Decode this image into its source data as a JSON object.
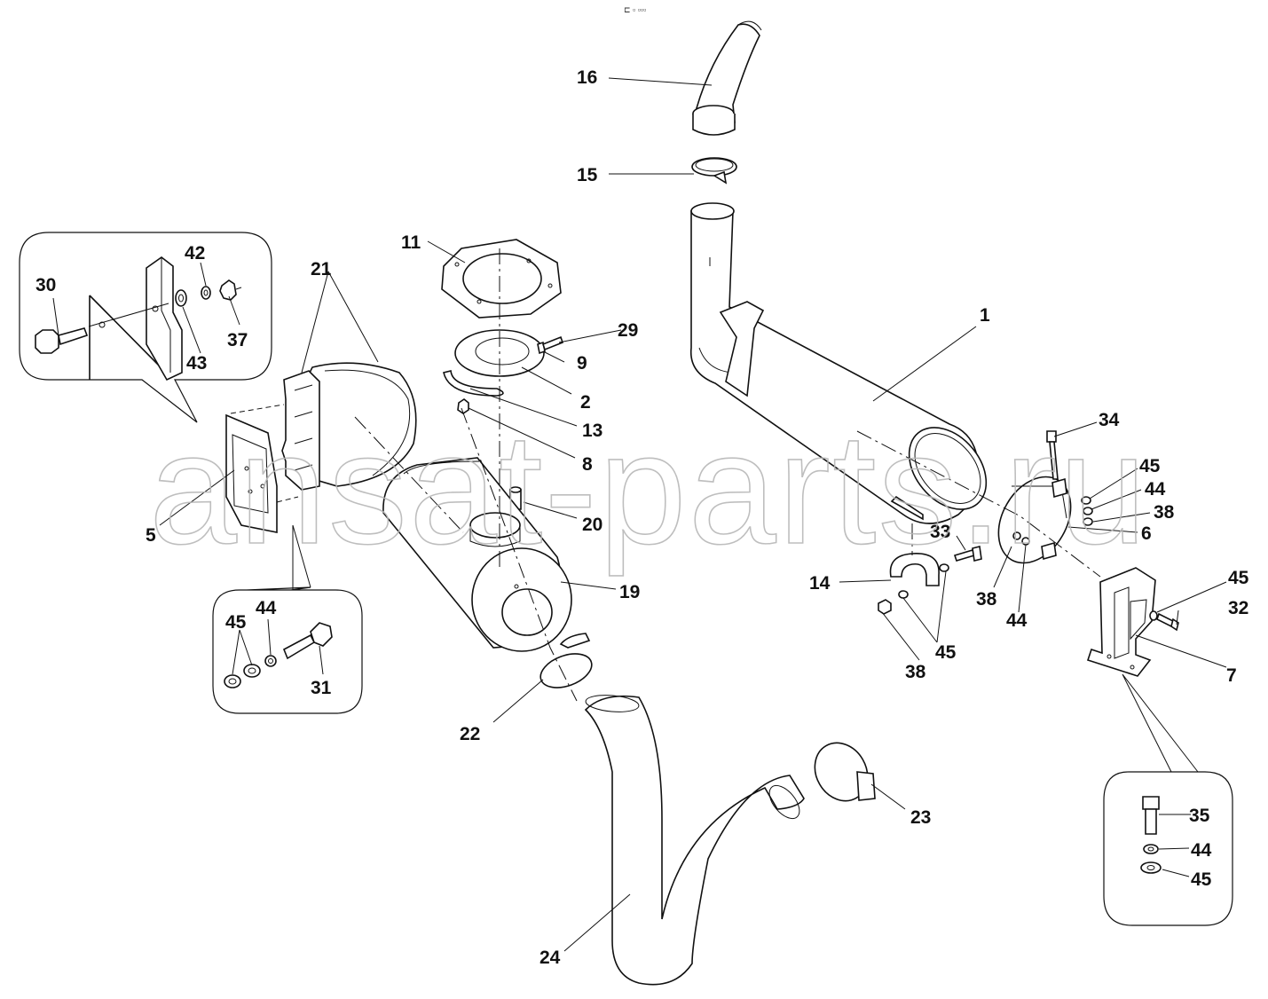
{
  "watermark": "ansat-parts.ru",
  "header_marker": "⊏ ▫ ▫▫▫",
  "labels": {
    "l1": "1",
    "l2": "2",
    "l5": "5",
    "l6": "6",
    "l7": "7",
    "l8": "8",
    "l9": "9",
    "l11": "11",
    "l13": "13",
    "l14": "14",
    "l15": "15",
    "l16": "16",
    "l19": "19",
    "l20": "20",
    "l21": "21",
    "l22": "22",
    "l23": "23",
    "l24": "24",
    "l29": "29",
    "l30": "30",
    "l31": "31",
    "l32": "32",
    "l33": "33",
    "l34": "34",
    "l35": "35",
    "l37": "37",
    "l42": "42",
    "l43": "43",
    "l38a": "38",
    "l38b": "38",
    "l38c": "38",
    "l44a": "44",
    "l44b": "44",
    "l44c": "44",
    "l44d": "44",
    "l45a": "45",
    "l45b": "45",
    "l45c": "45",
    "l45d": "45",
    "l45e": "45"
  }
}
